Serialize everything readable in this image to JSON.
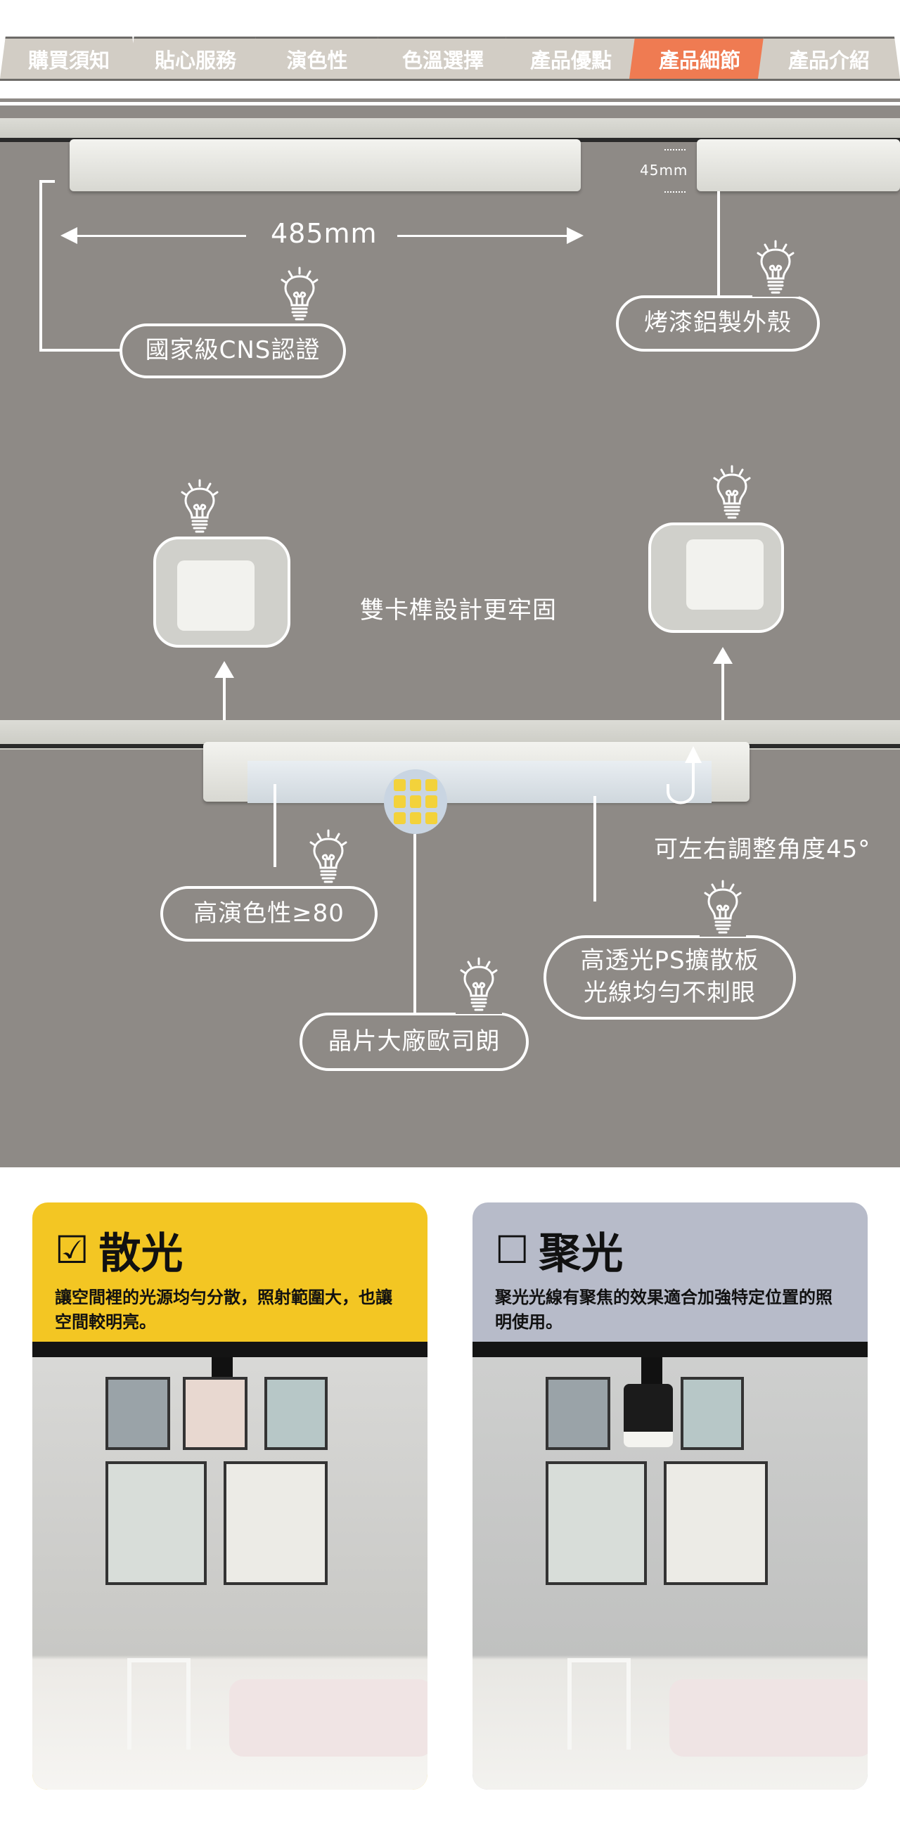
{
  "tabs": [
    {
      "label": "購買須知"
    },
    {
      "label": "貼心服務"
    },
    {
      "label": "演色性"
    },
    {
      "label": "色溫選擇"
    },
    {
      "label": "產品優點"
    },
    {
      "label": "產品細節",
      "active": true
    },
    {
      "label": "產品介紹"
    }
  ],
  "colors": {
    "active_tab": "#ef7b52",
    "tab": "#d2cdc5",
    "stage": "#8e8a86",
    "diffuse_card": "#f3c623",
    "focus_card": "#b7bbc9"
  },
  "details": {
    "length": "485mm",
    "height": "45mm",
    "cns": "國家級CNS認證",
    "shell": "烤漆鋁製外殼",
    "clip": "雙卡榫設計更牢固",
    "angle": "可左右調整角度45°",
    "cri": "高演色性≥80",
    "diffuser_line1": "高透光PS擴散板",
    "diffuser_line2": "光線均勻不刺眼",
    "chip": "晶片大廠歐司朗"
  },
  "cards": [
    {
      "check": "☑",
      "title": "散光",
      "body": "讓空間裡的光源均勻分散，照射範圍大，也讓空間較明亮。"
    },
    {
      "check": "☐",
      "title": "聚光",
      "body": "聚光光線有聚焦的效果適合加強特定位置的照明使用。"
    }
  ],
  "icons": [
    "lightbulb-icon",
    "arrow-up-icon",
    "rotate-arrow-icon",
    "checkbox-checked-icon",
    "checkbox-empty-icon"
  ]
}
